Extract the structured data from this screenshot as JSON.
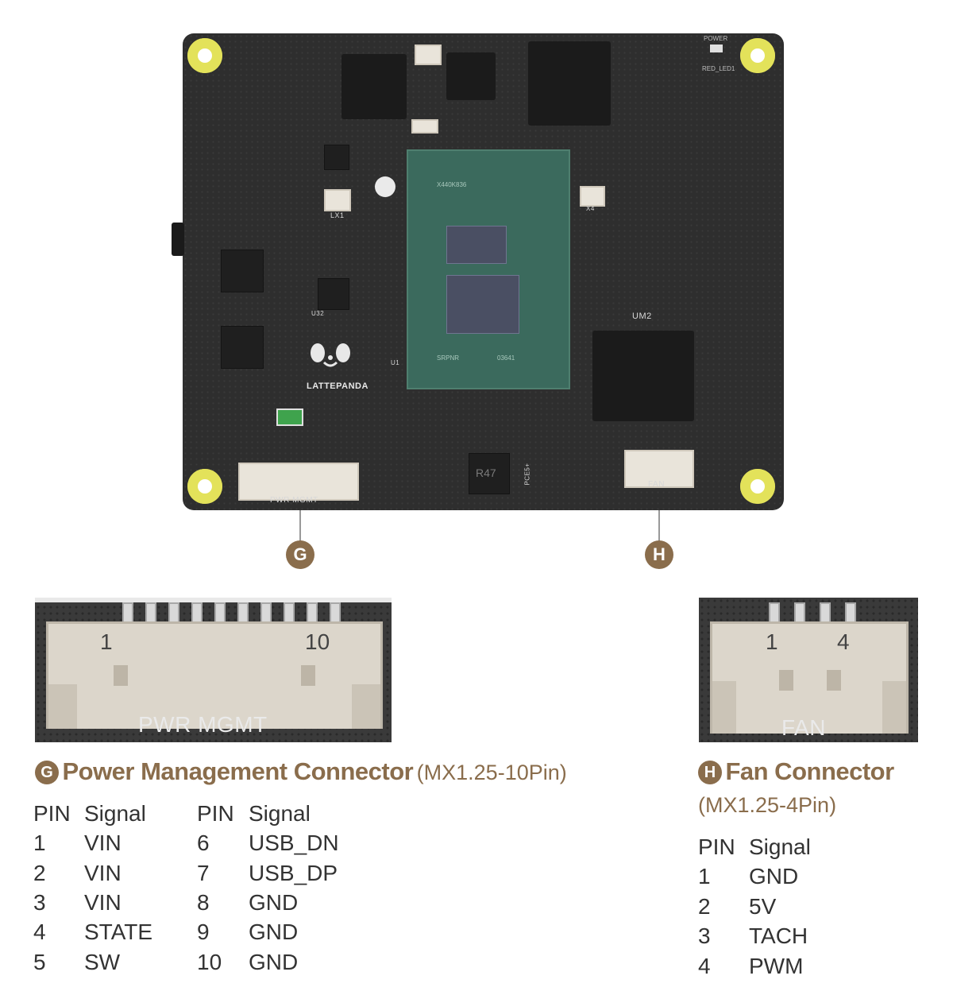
{
  "board": {
    "brand": "LATTEPANDA",
    "silk": {
      "power": "POWER",
      "red_led": "RED_LED1",
      "lx1": "LX1",
      "x4": "X4",
      "um2": "UM2",
      "u1": "U1",
      "u32": "U32",
      "cpu_mark_top": "X440K836",
      "cpu_mark_bl": "SRPNR",
      "cpu_mark_br": "03641",
      "r47": "R47",
      "pwr_label": "PWR MGMT",
      "fan_label": "FAN",
      "pce": "PCE5+"
    }
  },
  "markers": {
    "g": "G",
    "h": "H"
  },
  "pwr_zoom": {
    "pin_first": "1",
    "pin_last": "10",
    "label": "PWR MGMT"
  },
  "fan_zoom": {
    "pin_first": "1",
    "pin_last": "4",
    "label": "FAN"
  },
  "power_connector": {
    "marker": "G",
    "title": "Power Management Connector",
    "subtitle": "(MX1.25-10Pin)",
    "headers": {
      "pin": "PIN",
      "signal": "Signal"
    },
    "rows_left": [
      {
        "pin": "1",
        "signal": "VIN"
      },
      {
        "pin": "2",
        "signal": "VIN"
      },
      {
        "pin": "3",
        "signal": "VIN"
      },
      {
        "pin": "4",
        "signal": "STATE"
      },
      {
        "pin": "5",
        "signal": "SW"
      }
    ],
    "rows_right": [
      {
        "pin": "6",
        "signal": "USB_DN"
      },
      {
        "pin": "7",
        "signal": "USB_DP"
      },
      {
        "pin": "8",
        "signal": "GND"
      },
      {
        "pin": "9",
        "signal": "GND"
      },
      {
        "pin": "10",
        "signal": "GND"
      }
    ]
  },
  "fan_connector": {
    "marker": "H",
    "title": "Fan Connector",
    "subtitle": "(MX1.25-4Pin)",
    "headers": {
      "pin": "PIN",
      "signal": "Signal"
    },
    "rows": [
      {
        "pin": "1",
        "signal": "GND"
      },
      {
        "pin": "2",
        "signal": "5V"
      },
      {
        "pin": "3",
        "signal": "TACH"
      },
      {
        "pin": "4",
        "signal": "PWM"
      }
    ]
  },
  "colors": {
    "accent": "#8a6d4c",
    "board": "#2e2e2e",
    "mount_hole": "#e3e25a",
    "cpu": "#3b6a5d"
  }
}
